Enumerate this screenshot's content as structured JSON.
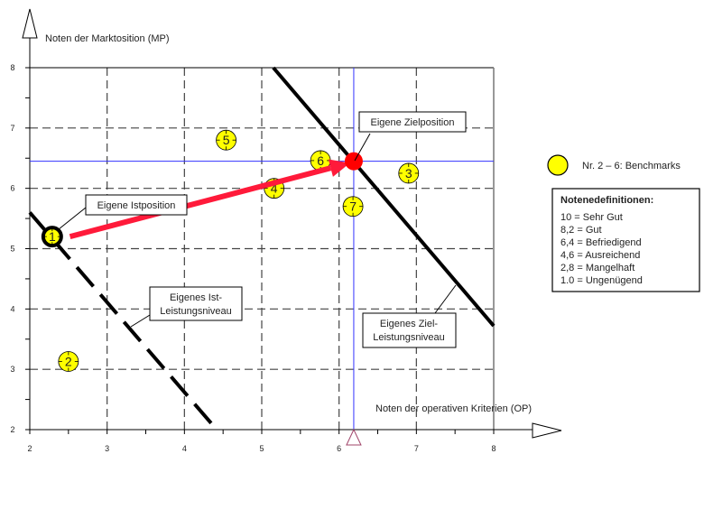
{
  "chart_data": {
    "type": "scatter",
    "title": "",
    "xlabel": "Noten der operativen Kriterien (OP)",
    "ylabel": "Noten der Marktosition (MP)",
    "xlim": [
      2,
      8
    ],
    "ylim": [
      2,
      8
    ],
    "x_ticks": [
      "2",
      "3",
      "4",
      "5",
      "6",
      "7",
      "8"
    ],
    "y_ticks": [
      "2",
      "3",
      "4",
      "5",
      "6",
      "7",
      "8"
    ],
    "grid": true,
    "points": [
      {
        "label": "1",
        "x": 2.29,
        "y": 5.2,
        "kind": "own"
      },
      {
        "label": "2",
        "x": 2.5,
        "y": 3.13,
        "kind": "benchmark"
      },
      {
        "label": "3",
        "x": 6.9,
        "y": 6.25,
        "kind": "benchmark"
      },
      {
        "label": "4",
        "x": 5.16,
        "y": 6.0,
        "kind": "benchmark"
      },
      {
        "label": "5",
        "x": 4.54,
        "y": 6.8,
        "kind": "benchmark"
      },
      {
        "label": "6",
        "x": 5.76,
        "y": 6.46,
        "kind": "benchmark"
      },
      {
        "label": "7",
        "x": 6.18,
        "y": 5.7,
        "kind": "benchmark"
      }
    ],
    "target": {
      "x": 6.19,
      "y": 6.45
    },
    "ist_line": [
      [
        2.0,
        5.6
      ],
      [
        4.39,
        2.04
      ]
    ],
    "ziel_line": [
      [
        5.15,
        8.0
      ],
      [
        8.0,
        3.72
      ]
    ],
    "arrow": [
      [
        2.52,
        5.2
      ],
      [
        6.14,
        6.42
      ]
    ],
    "annotations": {
      "istposition": "Eigene Istposition",
      "zielposition": "Eigene Zielposition",
      "ist_niveau": [
        "Eigenes Ist-",
        "Leistungsniveau"
      ],
      "ziel_niveau": [
        "Eigenes Ziel-",
        "Leistungsniveau"
      ]
    },
    "legend": {
      "benchmark_label": "Nr. 2 – 6: Benchmarks",
      "definitions_title": "Notenedefinitionen:",
      "definitions": [
        "10  = Sehr Gut",
        "8,2 = Gut",
        "6,4 = Befriedigend",
        "4,6 = Ausreichend",
        "2,8 = Mangelhaft",
        "1.0 = Ungenügend"
      ]
    },
    "colors": {
      "benchmark": "#ffff00",
      "target": "#ff0000",
      "arrow": "#ff1a3a",
      "guide": "#3333ff",
      "marker": "#a0446a"
    }
  }
}
